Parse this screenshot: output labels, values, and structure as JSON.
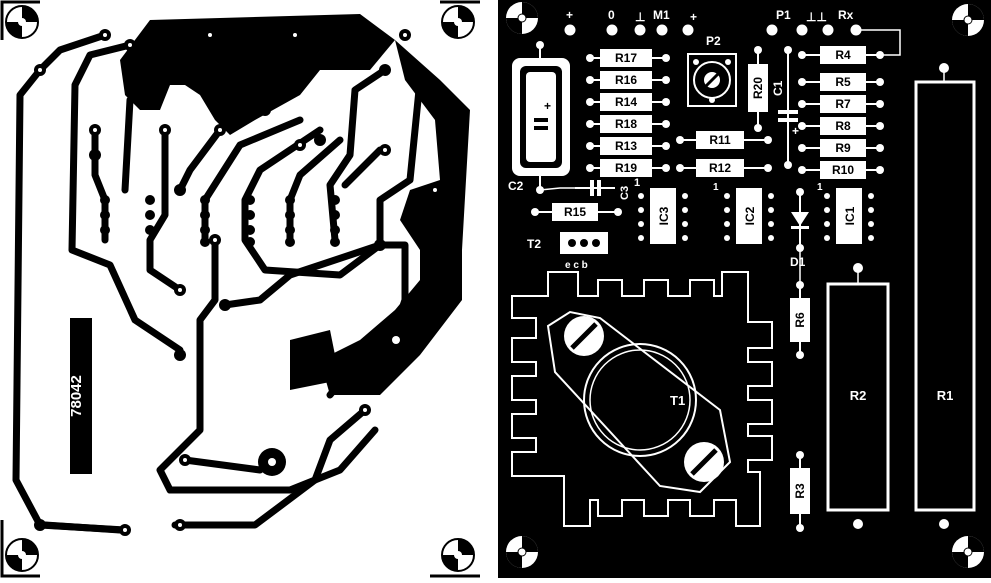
{
  "copper_side": {
    "board_number": "78042"
  },
  "component_side": {
    "top_connector_labels": [
      "+",
      "0",
      "⊥",
      "M1",
      "+",
      "P1",
      "⊥⊥",
      "Rx"
    ],
    "resistor_column_left": [
      "R17",
      "R16",
      "R14",
      "R18",
      "R13",
      "R19"
    ],
    "resistor_column_right": [
      "R4",
      "R5",
      "R7",
      "R8",
      "R9",
      "R10"
    ],
    "middle_resistors": [
      "R11",
      "R12"
    ],
    "r20_label": "R20",
    "p2_label": "P2",
    "c1_label": "C1",
    "c1_polarity": "+",
    "c2_label": "C2",
    "c2_polarity": "+",
    "c3_label": "C3",
    "c3_pin": "1",
    "r15_label": "R15",
    "t2_label": "T2",
    "t2_pins": "e c b",
    "ic_labels": [
      "IC3",
      "IC2",
      "IC1"
    ],
    "ic_pin_marks": [
      "1",
      "1"
    ],
    "d1_label": "D1",
    "r6_label": "R6",
    "r3_label": "R3",
    "r2_label": "R2",
    "r1_label": "R1",
    "t1_label": "T1"
  }
}
